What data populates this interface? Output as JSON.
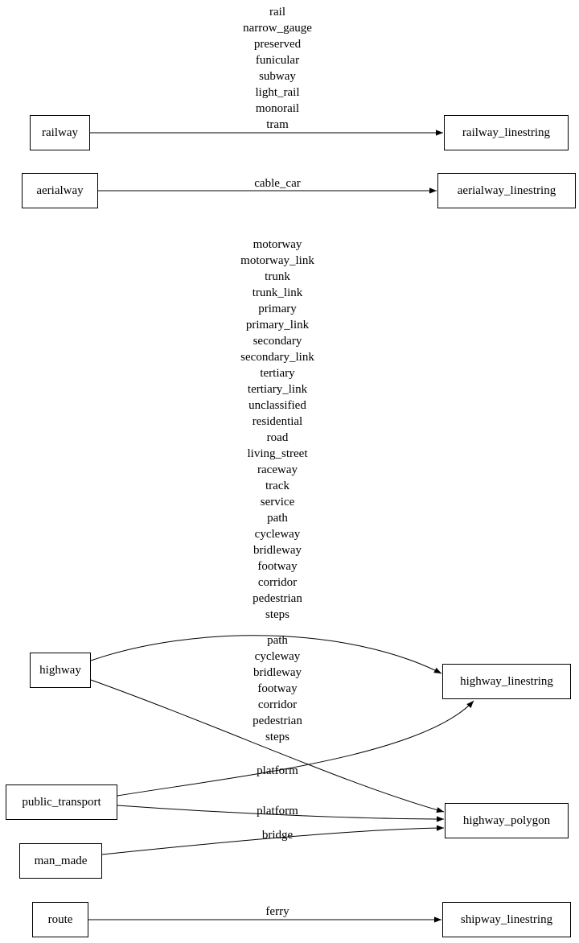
{
  "diagram": {
    "title": "osm tag to table mapping graph",
    "nodes": {
      "railway": "railway",
      "railway_linestring": "railway_linestring",
      "aerialway": "aerialway",
      "aerialway_linestring": "aerialway_linestring",
      "highway": "highway",
      "highway_linestring": "highway_linestring",
      "public_transport": "public_transport",
      "highway_polygon": "highway_polygon",
      "man_made": "man_made",
      "route": "route",
      "shipway_linestring": "shipway_linestring"
    },
    "edges": {
      "railway_to_railway_linestring": {
        "from": "railway",
        "to": "railway_linestring",
        "label": "rail\nnarrow_gauge\npreserved\nfunicular\nsubway\nlight_rail\nmonorail\ntram"
      },
      "aerialway_to_aerialway_linestring": {
        "from": "aerialway",
        "to": "aerialway_linestring",
        "label": "cable_car"
      },
      "highway_to_highway_linestring": {
        "from": "highway",
        "to": "highway_linestring",
        "label": "motorway\nmotorway_link\ntrunk\ntrunk_link\nprimary\nprimary_link\nsecondary\nsecondary_link\ntertiary\ntertiary_link\nunclassified\nresidential\nroad\nliving_street\nraceway\ntrack\nservice\npath\ncycleway\nbridleway\nfootway\ncorridor\npedestrian\nsteps"
      },
      "highway_to_highway_polygon": {
        "from": "highway",
        "to": "highway_polygon",
        "label": "path\ncycleway\nbridleway\nfootway\ncorridor\npedestrian\nsteps"
      },
      "public_transport_to_highway_linestring": {
        "from": "public_transport",
        "to": "highway_linestring",
        "label": "platform"
      },
      "public_transport_to_highway_polygon": {
        "from": "public_transport",
        "to": "highway_polygon",
        "label": "platform"
      },
      "man_made_to_highway_polygon": {
        "from": "man_made",
        "to": "highway_polygon",
        "label": "bridge"
      },
      "route_to_shipway_linestring": {
        "from": "route",
        "to": "shipway_linestring",
        "label": "ferry"
      }
    },
    "colors": {
      "node_border": "#000000",
      "edge": "#000000",
      "background": "#ffffff",
      "text": "#000000"
    }
  }
}
